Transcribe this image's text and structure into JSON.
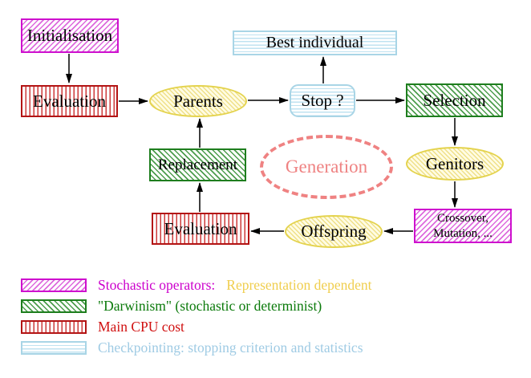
{
  "diagram": {
    "nodes": {
      "initialisation": "Initialisation",
      "evaluation_top": "Evaluation",
      "parents": "Parents",
      "stop": "Stop ?",
      "best_individual": "Best individual",
      "selection": "Selection",
      "genitors": "Genitors",
      "replacement": "Replacement",
      "generation": "Generation",
      "offspring": "Offspring",
      "evaluation_bottom": "Evaluation",
      "crossover": {
        "line1": "Crossover,",
        "line2": "Mutation, ..."
      }
    },
    "colors": {
      "stochastic_magenta": "#ce10ce",
      "darwinism_green": "#1e7e1e",
      "cpu_red": "#b31414",
      "checkpoint_blue": "#a9d5e6",
      "population_yellow": "#e4d34e",
      "generation_salmon": "#ef8282",
      "arrow_black": "#000000"
    }
  },
  "legend": {
    "items": [
      {
        "swatch": "magenta-diagonal-hatch",
        "label": "Stochastic operators:",
        "label_secondary": "Representation dependent"
      },
      {
        "swatch": "green-diagonal-hatch",
        "label": "\"Darwinism\" (stochastic or determinist)"
      },
      {
        "swatch": "red-vertical-stripes",
        "label": "Main CPU cost"
      },
      {
        "swatch": "blue-horizontal-stripes",
        "label": "Checkpointing: stopping criterion and statistics"
      }
    ]
  }
}
